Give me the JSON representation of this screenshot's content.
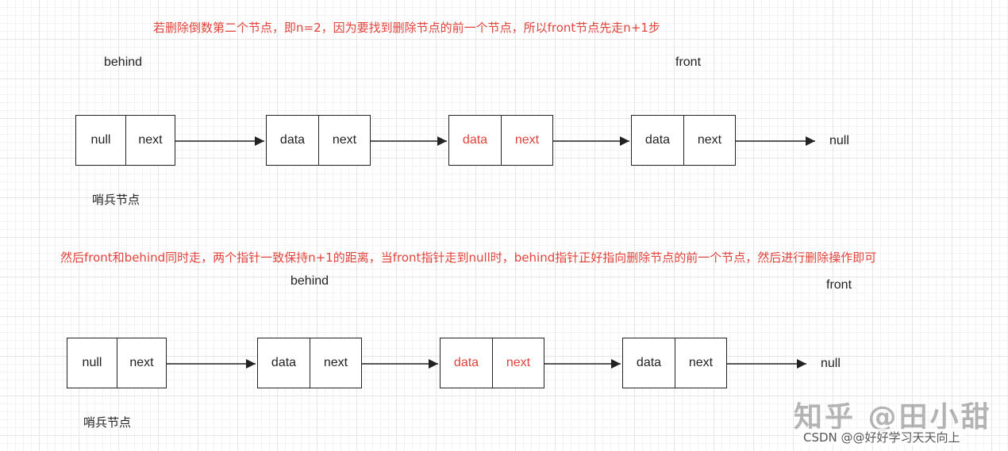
{
  "top": {
    "note": "若删除倒数第二个节点，即n=2，因为要找到删除节点的前一个节点，所以front节点先走n+1步",
    "behind_label": "behind",
    "front_label": "front",
    "sentinel_label": "哨兵节点",
    "nodes": [
      {
        "cells": [
          "null",
          "next"
        ],
        "highlight": false
      },
      {
        "cells": [
          "data",
          "next"
        ],
        "highlight": false
      },
      {
        "cells": [
          "data",
          "next"
        ],
        "highlight": true
      },
      {
        "cells": [
          "data",
          "next"
        ],
        "highlight": false
      }
    ],
    "end_null": "null"
  },
  "bottom": {
    "note": "然后front和behind同时走，两个指针一致保持n+1的距离，当front指针走到null时，behind指针正好指向删除节点的前一个节点，然后进行删除操作即可",
    "behind_label": "behind",
    "front_label": "front",
    "sentinel_label": "哨兵节点",
    "nodes": [
      {
        "cells": [
          "null",
          "next"
        ],
        "highlight": false
      },
      {
        "cells": [
          "data",
          "next"
        ],
        "highlight": false
      },
      {
        "cells": [
          "data",
          "next"
        ],
        "highlight": true
      },
      {
        "cells": [
          "data",
          "next"
        ],
        "highlight": false
      }
    ],
    "end_null": "null"
  },
  "watermark": {
    "zhihu": "知乎 @田小甜",
    "csdn": "CSDN @@好好学习天天向上"
  },
  "colors": {
    "highlight": "#e0433b",
    "line": "#222222"
  }
}
